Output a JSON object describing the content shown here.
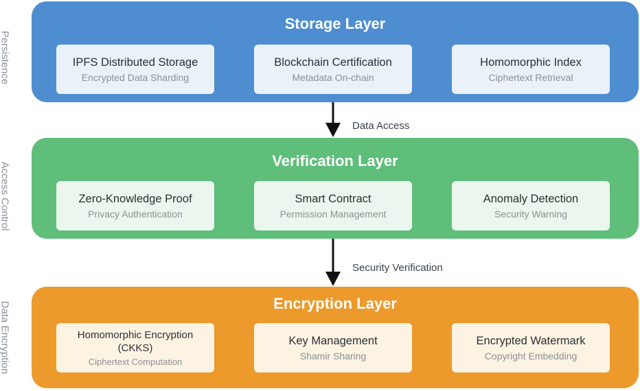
{
  "side_labels": {
    "top": "Persistence",
    "middle": "Access Control",
    "bottom": "Data Encryption"
  },
  "layers": [
    {
      "title": "Storage Layer",
      "color": "#4e8ed0",
      "cards": [
        {
          "name": "IPFS Distributed Storage",
          "sub": "Encrypted Data Sharding"
        },
        {
          "name": "Blockchain Certification",
          "sub": "Metadata On-chain"
        },
        {
          "name": "Homomorphic Index",
          "sub": "Ciphertext Retrieval"
        }
      ]
    },
    {
      "title": "Verification Layer",
      "color": "#5fbe7a",
      "cards": [
        {
          "name": "Zero-Knowledge Proof",
          "sub": "Privacy Authentication"
        },
        {
          "name": "Smart Contract",
          "sub": "Permission Management"
        },
        {
          "name": "Anomaly Detection",
          "sub": "Security Warning"
        }
      ]
    },
    {
      "title": "Encryption Layer",
      "color": "#ec9a2c",
      "cards": [
        {
          "name": "Homomorphic Encryption (CKKS)",
          "sub": "Ciphertext Computation"
        },
        {
          "name": "Key Management",
          "sub": "Shamir Sharing"
        },
        {
          "name": "Encrypted Watermark",
          "sub": "Copyright Embedding"
        }
      ]
    }
  ],
  "arrows": [
    {
      "label": "Data Access"
    },
    {
      "label": "Security Verification"
    }
  ]
}
